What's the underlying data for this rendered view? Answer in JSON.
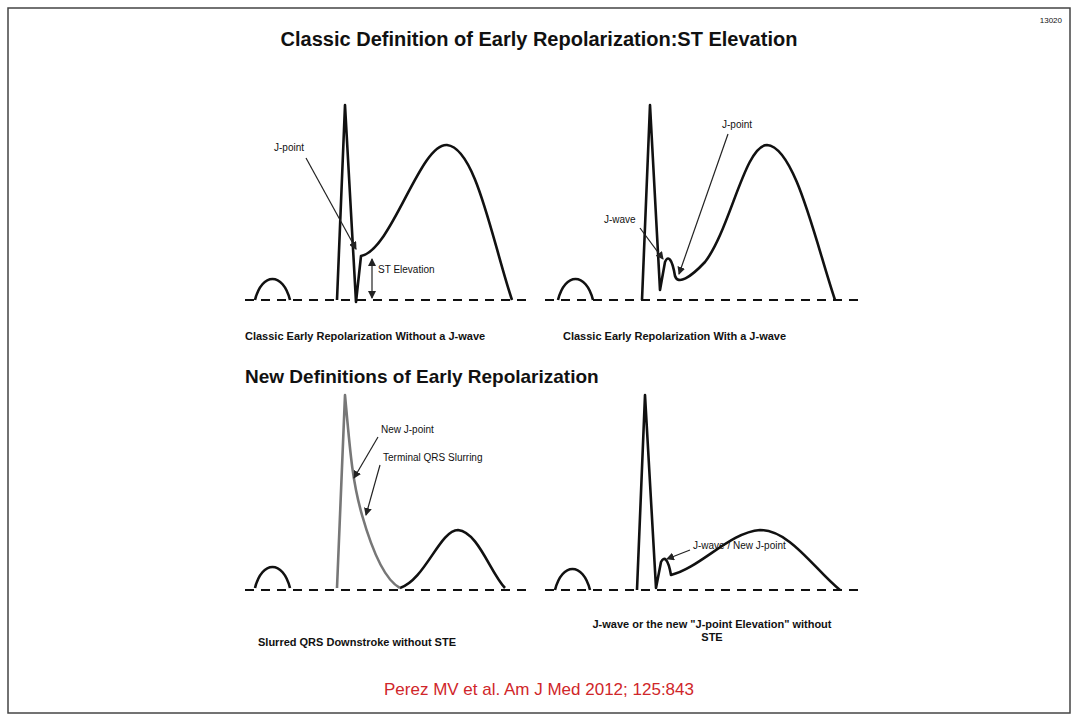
{
  "diagram": {
    "title": "Classic Definition of Early Repolarization:ST Elevation",
    "caption": "Perez MV et al. Am J Med 2012; 125:843",
    "labels": [
      "13020",
      "J-point",
      "ST Elevation",
      "Classic Early Repolarization Without a J-wave",
      "J-wave",
      "J-point",
      "Classic Early Repolarization With a J-wave",
      "New Definitions of Early Repolarization",
      "New J-point",
      "Terminal QRS Slurring",
      "Slurred QRS Downstroke without STE",
      "J-wave / New J-point",
      "J-wave or the new \"J-point Elevation\" without STE"
    ]
  }
}
